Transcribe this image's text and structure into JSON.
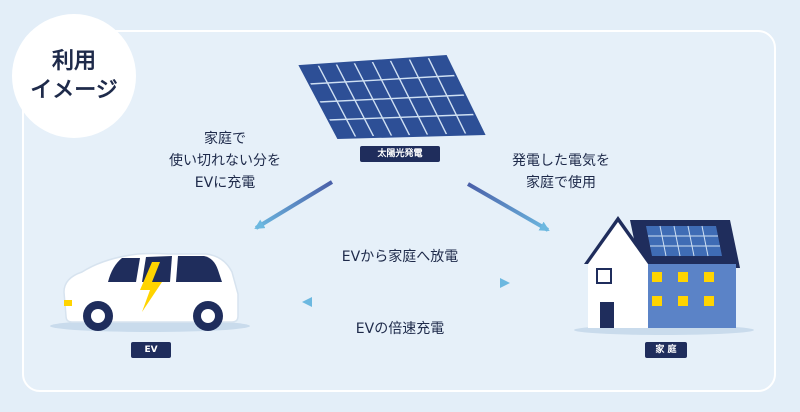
{
  "badge": {
    "line1": "利用",
    "line2": "イメージ"
  },
  "solar": {
    "tag": "太陽光発電"
  },
  "ev": {
    "tag": "EV"
  },
  "home": {
    "tag": "家 庭"
  },
  "labels": {
    "surplus": {
      "line1": "家庭で",
      "line2": "使い切れない分を",
      "line3": "EVに充電"
    },
    "generated": {
      "line1": "発電した電気を",
      "line2": "家庭で使用"
    },
    "ev_to_home": "EVから家庭へ放電",
    "charge": "EVの倍速充電"
  },
  "colors": {
    "navy": "#1f2d5c",
    "panel_blue": "#3f6cb5",
    "arrow_light": "#6cb8e0",
    "arrow_dark": "#4a5fa8",
    "window_yellow": "#ffd400",
    "house_wall": "#5b83c7",
    "house_front": "#ffffff"
  }
}
